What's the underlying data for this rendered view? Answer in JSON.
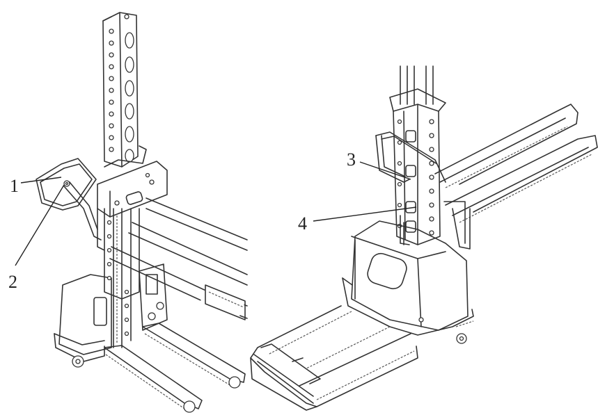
{
  "callouts": [
    {
      "id": "1",
      "label": "1"
    },
    {
      "id": "2",
      "label": "2"
    },
    {
      "id": "3",
      "label": "3"
    },
    {
      "id": "4",
      "label": "4"
    }
  ],
  "views": [
    "left-view",
    "right-view"
  ]
}
